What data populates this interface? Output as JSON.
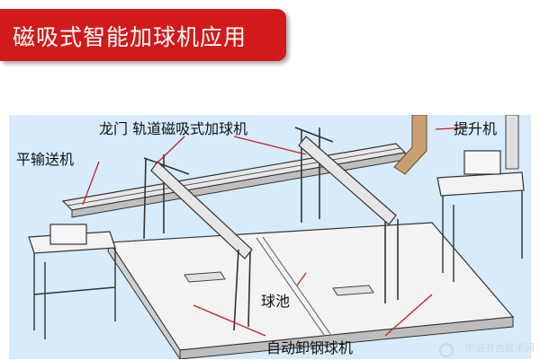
{
  "header": {
    "title": "磁吸式智能加球机应用"
  },
  "labels": {
    "gantry": "龙门 轨道磁吸式加球机",
    "elevator": "提升机",
    "conveyor": "平输送机",
    "ball_pool": "球池",
    "unloader": "自动卸钢球机"
  },
  "watermark": {
    "text": "中冶有色技术网"
  },
  "colors": {
    "banner": "#d21a1a",
    "diagram_bg": "#d7ebfb",
    "line": "#3a3a3a",
    "callout": "#c42020",
    "chute": "#c8a070"
  }
}
